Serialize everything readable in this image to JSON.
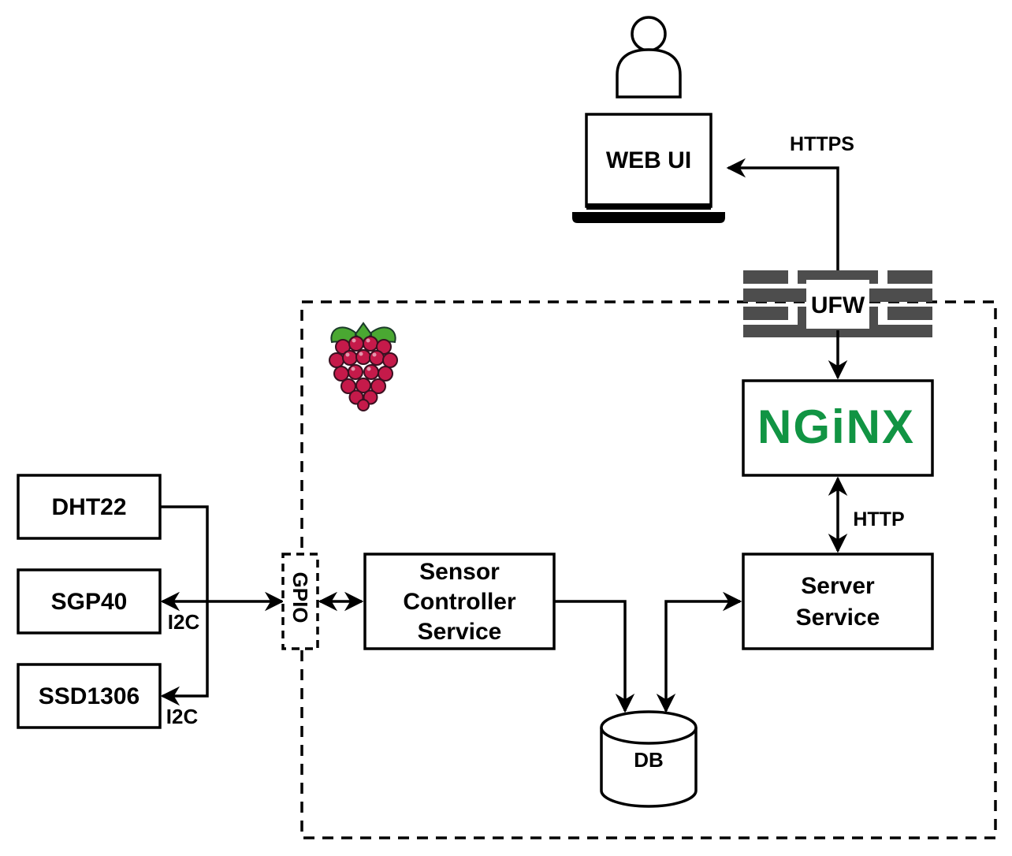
{
  "nodes": {
    "dht22": "DHT22",
    "sgp40": "SGP40",
    "ssd1306": "SSD1306",
    "gpio": "GPIO",
    "sensor_controller": [
      "Sensor",
      "Controller",
      "Service"
    ],
    "server_service": [
      "Server",
      "Service"
    ],
    "db": "DB",
    "web_ui": "WEB UI",
    "ufw": "UFW",
    "nginx_logo_text": "NGiNX"
  },
  "edges": {
    "i2c_sgp40": "I2C",
    "i2c_ssd1306": "I2C",
    "http": "HTTP",
    "https": "HTTPS"
  },
  "colors": {
    "stroke": "#000000",
    "nginx_green": "#119443",
    "firewall_gray": "#4d4d4d",
    "raspberry_red": "#c51a4a",
    "leaf_green": "#4aa832"
  },
  "icons": [
    "user-icon",
    "laptop-icon",
    "firewall-icon",
    "raspberry-pi-icon",
    "nginx-logo"
  ]
}
